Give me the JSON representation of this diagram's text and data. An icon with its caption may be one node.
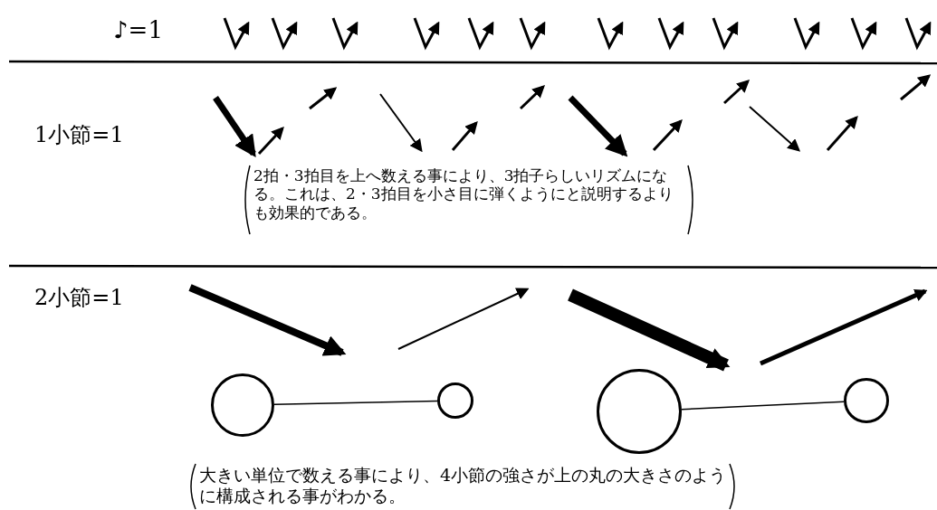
{
  "diagram": {
    "nodes": [
      {
        "text": [],
        "shape": "circle"
      },
      {
        "text": [],
        "shape": "circle"
      },
      {
        "text": [],
        "shape": "circle"
      },
      {
        "text": [],
        "shape": "circle"
      }
    ],
    "edges": [
      {
        "from": 0,
        "to": 1,
        "arrow": "none"
      },
      {
        "from": 2,
        "to": 3,
        "arrow": "none"
      }
    ],
    "labels": [
      "♪=1",
      "1小節=1",
      "2拍・3拍目を上へ数える事により、3拍子らしいリズムになる。これは、2・3拍目を小さ目に弾くようにと説明するよりも効果的である。",
      "2小節=1",
      "大きい単位で数える事により、4小節の強さが上の丸の大きさのように構成される事がわかる。"
    ]
  }
}
